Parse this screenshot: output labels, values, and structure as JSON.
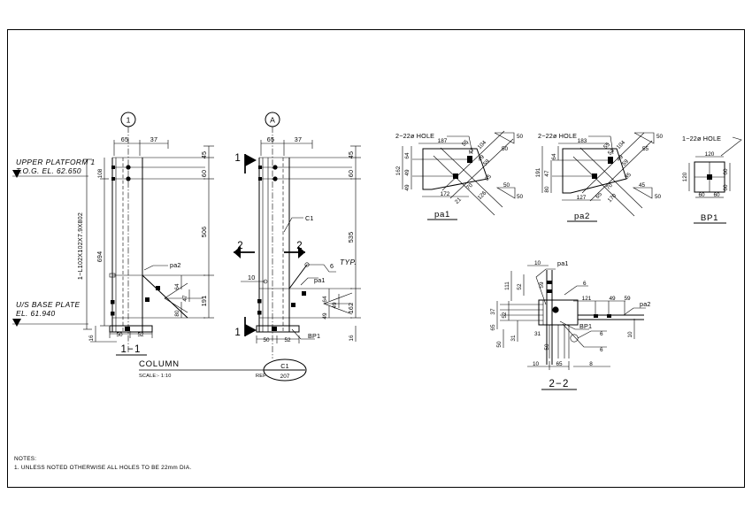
{
  "sheet": {
    "title": "COLUMN",
    "scale_label": "SCALE:-  1:10",
    "ref_label": "REF",
    "ref_tag_top": "C1",
    "ref_tag_bottom": "207"
  },
  "notes": {
    "heading": "NOTES:",
    "items": [
      "1. UNLESS NOTED OTHERWISE ALL HOLES TO BE 22mm DIA."
    ]
  },
  "elevation_1": {
    "grid_bubble": "1",
    "section_title": "1−1",
    "level_top_line1": "UPPER PLATFORM 1",
    "level_top_line2": "T.O.G.  EL.  62.650",
    "level_bottom_line1": "U/S BASE PLATE",
    "level_bottom_line2": "EL.  61.940",
    "member_callout": "1−L102X102X7.9X802",
    "part_label": "pa2",
    "dims": {
      "top_65": "65",
      "top_37": "37",
      "v_45": "45",
      "v_60": "60",
      "v_108": "108",
      "v_506": "506",
      "v_694": "694",
      "v_191": "191",
      "v_64": "64",
      "v_47": "47",
      "v_80": "80",
      "v_16": "16",
      "b_50": "50",
      "b_52": "52"
    }
  },
  "elevation_2": {
    "grid_bubble": "A",
    "section_mark_top": "1",
    "section_mark_bottom": "1",
    "section_mark_left": "2",
    "section_mark_right": "2",
    "column_label": "C1",
    "plate_label": "BP1",
    "part_label": "pa1",
    "weld_size": "6",
    "weld_typ": "TYP.",
    "dims": {
      "top_65": "65",
      "top_37": "37",
      "v_45": "45",
      "v_60": "60",
      "v_535": "535",
      "v_162": "162",
      "v_16": "16",
      "v_64": "64",
      "v_49a": "49",
      "v_49b": "49",
      "h_10": "10",
      "b_50": "50",
      "b_52": "52"
    }
  },
  "detail_pa1": {
    "title": "pa1",
    "hole_note": "2−22ø HOLE",
    "dims": {
      "d_187": "187",
      "d_172": "172",
      "d_162": "162",
      "d_64": "64",
      "d_49a": "49",
      "d_49b": "49",
      "d_55": "55",
      "d_47": "47",
      "d_104": "104",
      "d_49c": "49",
      "d_59": "59",
      "d_35": "35",
      "d_70": "70",
      "d_21": "21",
      "d_126": "126"
    },
    "welds": [
      {
        "leg1": "50",
        "leg2": "50"
      },
      {
        "leg1": "50",
        "leg2": "50"
      }
    ]
  },
  "detail_pa2": {
    "title": "pa2",
    "hole_note": "2−22ø HOLE",
    "dims": {
      "d_183": "183",
      "d_127": "127",
      "d_191": "191",
      "d_64": "64",
      "d_47": "47",
      "d_80": "80",
      "d_55": "55",
      "d_54": "54",
      "d_104": "104",
      "d_49": "49",
      "d_59": "59",
      "d_35": "35",
      "d_70": "70",
      "d_65": "65",
      "d_170": "170"
    },
    "welds": [
      {
        "leg1": "50",
        "leg2": "55"
      },
      {
        "leg1": "45",
        "leg2": "50"
      }
    ]
  },
  "detail_bp1": {
    "title": "BP1",
    "hole_note": "1−22ø HOLE",
    "dims": {
      "w_120": "120",
      "h_120": "120",
      "b_60a": "60",
      "b_60b": "60",
      "r_60a": "60",
      "r_60b": "60"
    }
  },
  "section_2_2": {
    "title": "2−2",
    "part_pa1": "pa1",
    "part_pa2": "pa2",
    "plate_label": "BP1",
    "dims": {
      "d_10_top": "10",
      "d_111": "111",
      "d_52a": "52",
      "d_59": "59",
      "d_37": "37",
      "d_52b": "52",
      "d_65": "65",
      "d_50a": "50",
      "d_31a": "31",
      "d_31b": "31",
      "d_50b": "50",
      "d_121": "121",
      "d_49": "49",
      "d_59b": "59",
      "d_10_right": "10",
      "d_10_bot": "10",
      "d_65_bot": "65",
      "d_8": "8"
    },
    "welds": [
      "6",
      "6",
      "6"
    ]
  }
}
